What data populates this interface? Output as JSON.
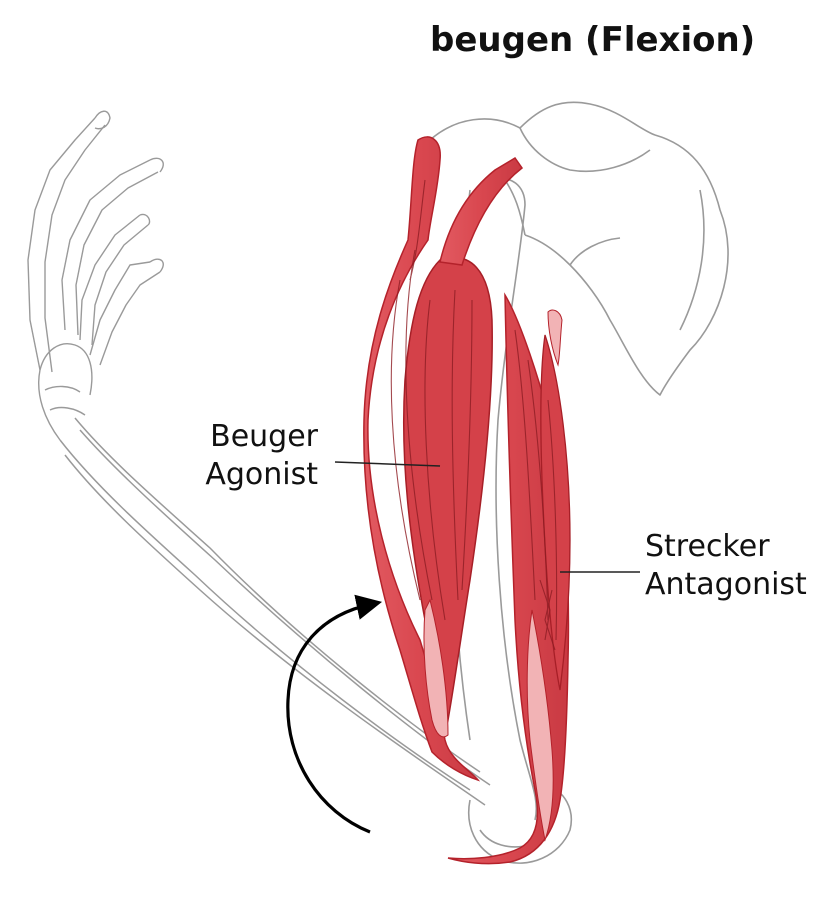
{
  "title": "beugen (Flexion)",
  "labels": {
    "flexor": {
      "line1": "Beuger",
      "line2": "Agonist"
    },
    "extensor": {
      "line1": "Strecker",
      "line2": "Antagonist"
    }
  },
  "colors": {
    "muscle": "#d9474f",
    "muscle_light": "#f2b3b5",
    "muscle_dark": "#8e1d24",
    "bone_outline": "#9a9a9a",
    "leader": "#222222",
    "arrow": "#000000"
  },
  "icons": {
    "motion_arrow": "curved-arrow-icon"
  }
}
